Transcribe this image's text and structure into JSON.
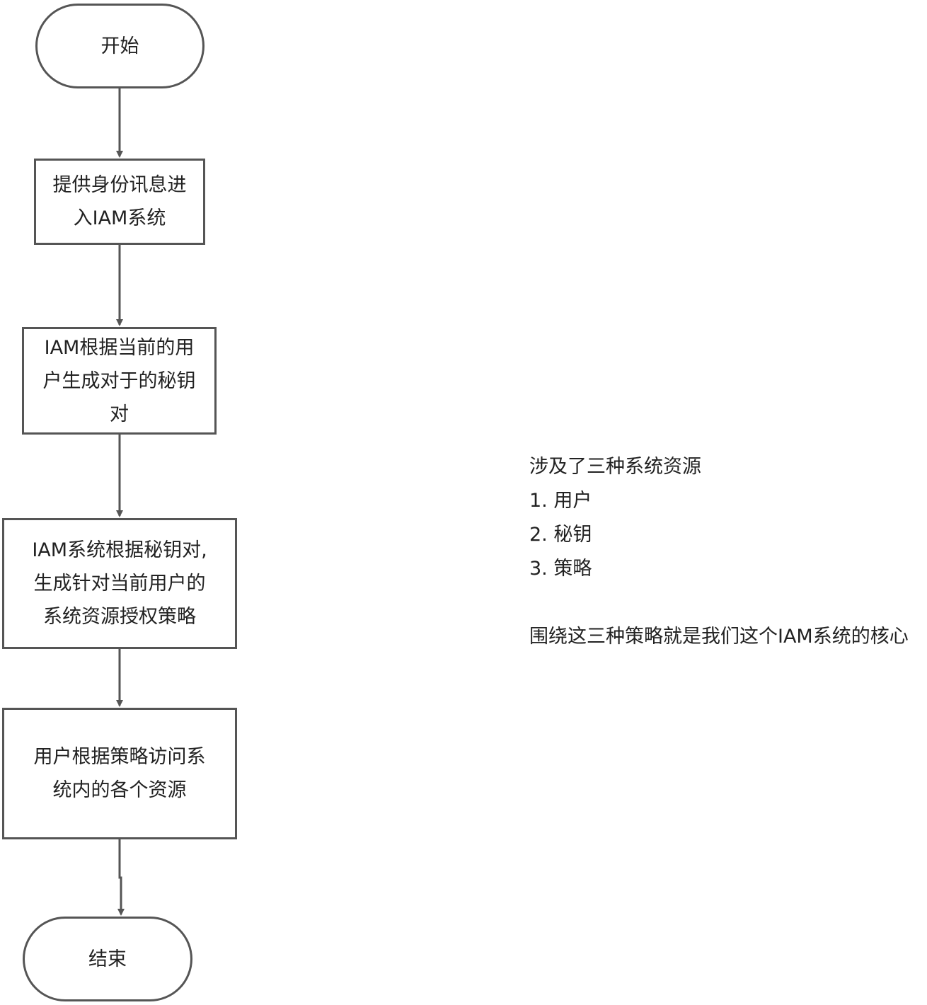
{
  "flowchart": {
    "nodes": [
      {
        "id": "start",
        "shape": "terminal",
        "label": "开始"
      },
      {
        "id": "step1",
        "shape": "process",
        "label": "提供身份讯息进\n入IAM系统"
      },
      {
        "id": "step2",
        "shape": "process",
        "label": "IAM根据当前的用\n户生成对于的秘钥\n对"
      },
      {
        "id": "step3",
        "shape": "process",
        "label": "IAM系统根据秘钥对,\n生成针对当前用户的\n系统资源授权策略"
      },
      {
        "id": "step4",
        "shape": "process",
        "label": "用户根据策略访问系\n统内的各个资源"
      },
      {
        "id": "end",
        "shape": "terminal",
        "label": "结束"
      }
    ],
    "edges": [
      {
        "from": "start",
        "to": "step1"
      },
      {
        "from": "step1",
        "to": "step2"
      },
      {
        "from": "step2",
        "to": "step3"
      },
      {
        "from": "step3",
        "to": "step4"
      },
      {
        "from": "step4",
        "to": "end"
      }
    ]
  },
  "note": {
    "heading": "涉及了三种系统资源",
    "items": [
      "1. 用户",
      "2. 秘钥",
      "3. 策略"
    ],
    "summary": "围绕这三种策略就是我们这个IAM系统的核心"
  },
  "colors": {
    "stroke": "#555555",
    "text": "#222222",
    "background": "#ffffff"
  }
}
